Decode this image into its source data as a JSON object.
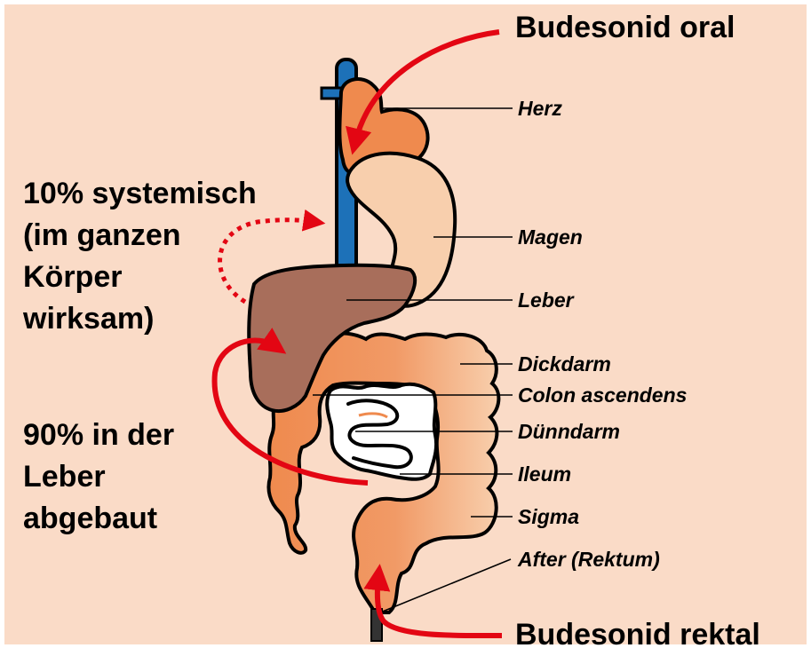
{
  "colors": {
    "background": "#fadbc7",
    "organ_orange": "#ef8a4e",
    "organ_light": "#f8cfad",
    "liver_brown": "#a86e5b",
    "vessel_blue": "#1d71b8",
    "arrow_red": "#e30613",
    "outline": "#000000"
  },
  "labels": {
    "oral": "Budesonid oral",
    "rektal": "Budesonid rektal",
    "systemisch": [
      "10% systemisch",
      "(im ganzen",
      "Körper",
      "wirksam)"
    ],
    "leber_abbau": [
      "90% in der",
      "Leber",
      "abgebaut"
    ]
  },
  "organs": {
    "herz": "Herz",
    "magen": "Magen",
    "leber": "Leber",
    "dickdarm": "Dickdarm",
    "colon": "Colon ascendens",
    "duenndarm": "Dünndarm",
    "ileum": "Ileum",
    "sigma": "Sigma",
    "after": "After (Rektum)"
  },
  "icons": {
    "oral_route": "arrow-down-curved-icon",
    "rectal_route": "arrow-up-curved-icon",
    "circulation": "dotted-arrow-icon"
  }
}
